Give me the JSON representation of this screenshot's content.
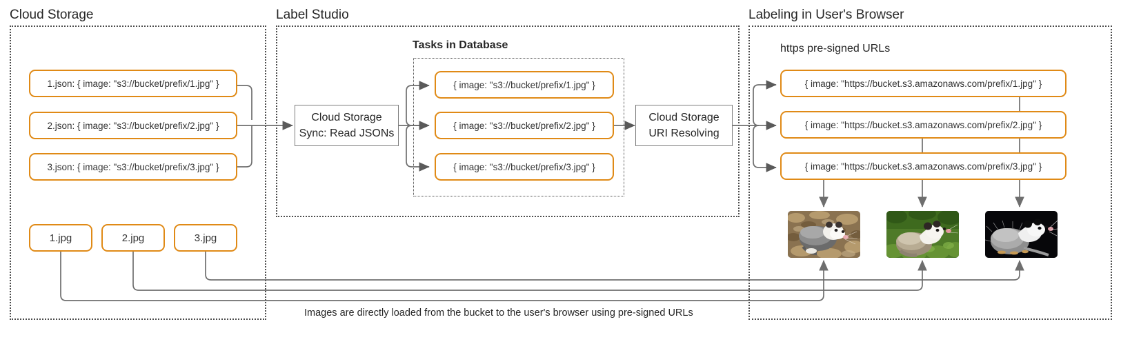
{
  "groups": {
    "cloud_storage": {
      "title": "Cloud Storage"
    },
    "label_studio": {
      "title": "Label Studio"
    },
    "browser": {
      "title": "Labeling in User's Browser"
    }
  },
  "inner_titles": {
    "tasks_in_database": "Tasks in Database",
    "presigned_urls": "https pre-signed URLs"
  },
  "json_files": [
    {
      "label": "1.json: { image: \"s3://bucket/prefix/1.jpg\" }"
    },
    {
      "label": "2.json: { image: \"s3://bucket/prefix/2.jpg\" }"
    },
    {
      "label": "3.json: { image: \"s3://bucket/prefix/3.jpg\" }"
    }
  ],
  "image_files": [
    {
      "label": "1.jpg"
    },
    {
      "label": "2.jpg"
    },
    {
      "label": "3.jpg"
    }
  ],
  "process_sync": {
    "line1": "Cloud Storage",
    "line2": "Sync: Read JSONs"
  },
  "process_resolve": {
    "line1": "Cloud Storage",
    "line2": "URI Resolving"
  },
  "tasks": [
    {
      "label": "{ image: \"s3://bucket/prefix/1.jpg\" }"
    },
    {
      "label": "{ image: \"s3://bucket/prefix/2.jpg\" }"
    },
    {
      "label": "{ image: \"s3://bucket/prefix/3.jpg\" }"
    }
  ],
  "presigned": [
    {
      "label": "{ image: \"https://bucket.s3.amazonaws.com/prefix/1.jpg\" }"
    },
    {
      "label": "{ image: \"https://bucket.s3.amazonaws.com/prefix/2.jpg\" }"
    },
    {
      "label": "{ image: \"https://bucket.s3.amazonaws.com/prefix/3.jpg\" }"
    }
  ],
  "photos": [
    {
      "name": "opossum-on-leaves"
    },
    {
      "name": "opossum-in-grass"
    },
    {
      "name": "opossum-black-background"
    }
  ],
  "caption": "Images are directly loaded from the bucket to the user's browser using pre-signed URLs",
  "colors": {
    "accent_orange": "#E08A16",
    "wire_gray": "#6E6E6E",
    "box_gray": "#7A7A7A",
    "text": "#262626",
    "dotted_border": "#4D4D4D"
  }
}
